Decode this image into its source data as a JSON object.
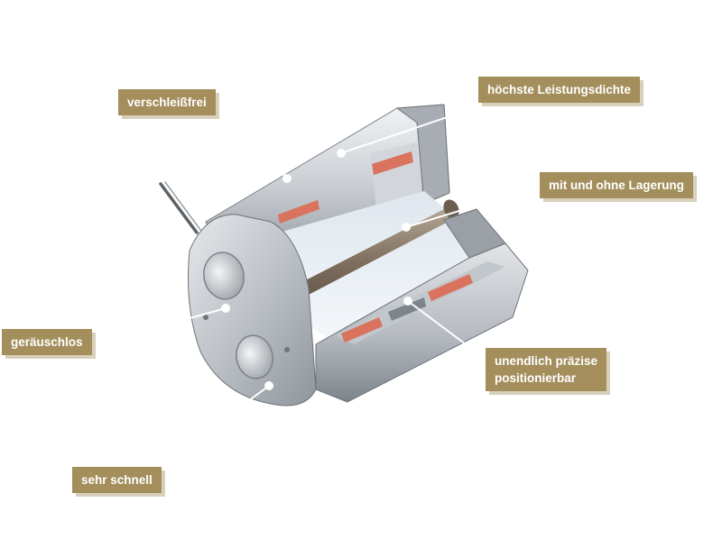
{
  "labels": {
    "verschleissfrei": "verschleißfrei",
    "leistungsdichte": "höchste Leistungsdichte",
    "lagerung": "mit und ohne Lagerung",
    "geraeuschlos": "geräuschlos",
    "unendlich_line1": "unendlich präzise",
    "unendlich_line2": "positionierbar",
    "schnell": "sehr schnell"
  },
  "colors": {
    "label_background": "#a38e5c",
    "label_text": "#ffffff",
    "coil": "#d9735e",
    "shaft": "#8a7a68",
    "housing": "#c8ccd1"
  }
}
